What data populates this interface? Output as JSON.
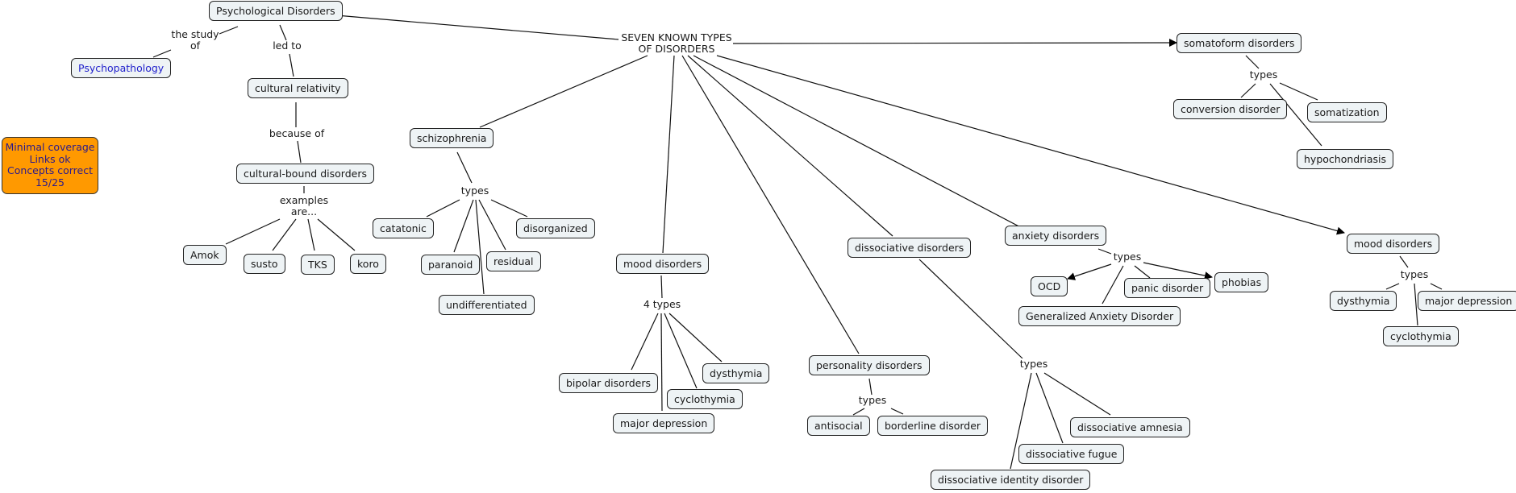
{
  "colors": {
    "node_fill": "#eef3f5",
    "node_border": "#222222",
    "note_fill": "#ff9900",
    "note_text": "#2a1a8c",
    "link_text": "#2222cc"
  },
  "nodes": {
    "psych": "Psychological Disorders",
    "psychopathology": "Psychopathology",
    "cultrel": "cultural relativity",
    "cultbound": "cultural-bound disorders",
    "amok": "Amok",
    "susto": "susto",
    "tks": "TKS",
    "koro": "koro",
    "schizo": "schizophrenia",
    "catatonic": "catatonic",
    "paranoid": "paranoid",
    "residual": "residual",
    "disorganized": "disorganized",
    "undiff": "undifferentiated",
    "mood1": "mood disorders",
    "bipolar": "bipolar disorders",
    "majdep1": "major depression",
    "cyclo1": "cyclothymia",
    "dysth1": "dysthymia",
    "personality": "personality disorders",
    "antisocial": "antisocial",
    "borderline": "borderline disorder",
    "dissoc": "dissociative disorders",
    "did": "dissociative identity disorder",
    "fugue": "dissociative fugue",
    "amnesia": "dissociative amnesia",
    "anxiety": "anxiety disorders",
    "ocd": "OCD",
    "gad": "Generalized Anxiety Disorder",
    "panic": "panic disorder",
    "phobias": "phobias",
    "somato": "somatoform disorders",
    "conversion": "conversion disorder",
    "somatization": "somatization",
    "hypochon": "hypochondriasis",
    "mood2": "mood disorders",
    "dysth2": "dysthymia",
    "majdep2": "major depression",
    "cyclo2": "cyclothymia"
  },
  "labels": {
    "study": "the study\nof",
    "ledto": "led to",
    "because": "because of",
    "examples": "examples\nare...",
    "seven": "SEVEN KNOWN TYPES\nOF DISORDERS",
    "schtypes": "types",
    "fourtypes": "4 types",
    "pertypes": "types",
    "distypes": "types",
    "anxtypes": "types",
    "somtypes": "types",
    "mood2types": "types"
  },
  "note": {
    "lines": [
      "Minimal coverage",
      "Links ok",
      "Concepts correct",
      "15/25"
    ]
  }
}
